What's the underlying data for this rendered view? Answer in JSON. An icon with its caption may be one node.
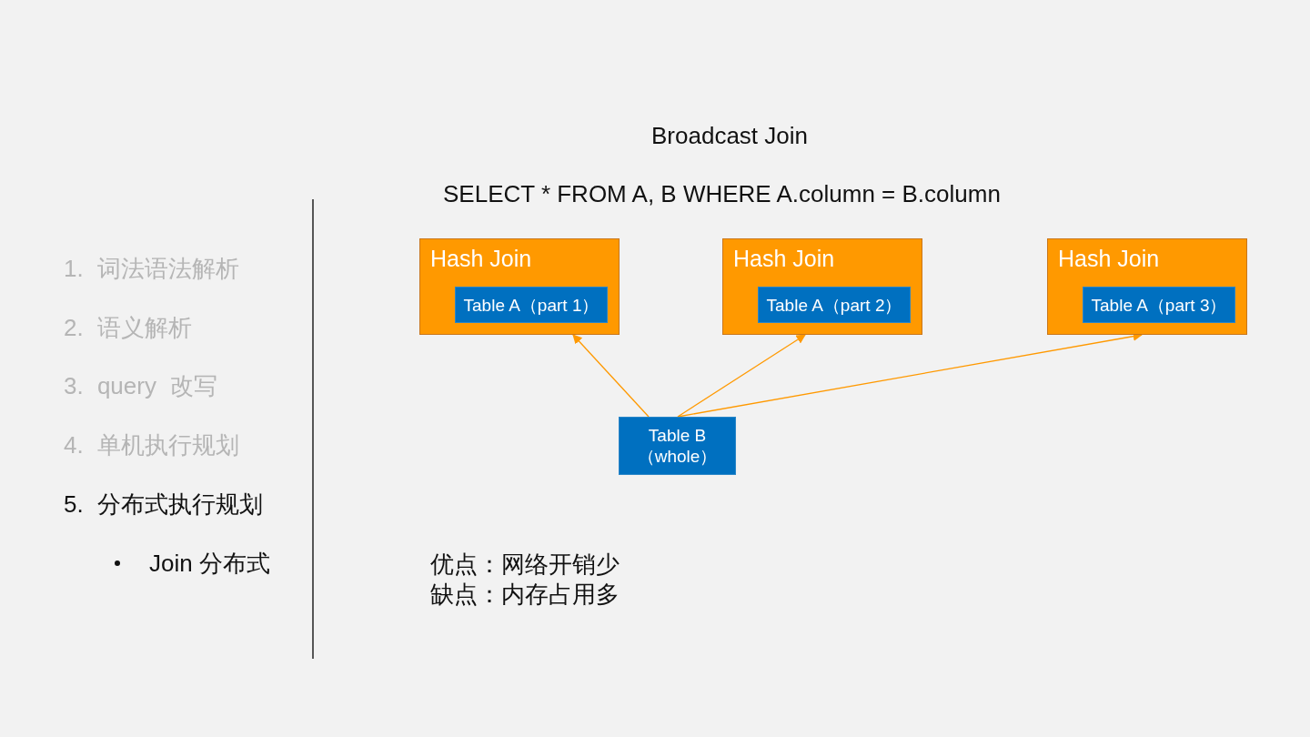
{
  "diagram": {
    "title": "Broadcast Join",
    "nodes": [
      {
        "text": [
          "Hash Join"
        ]
      },
      {
        "text": [
          "Table A（part 1）"
        ],
        "in": 0
      },
      {
        "text": [
          "Hash Join"
        ]
      },
      {
        "text": [
          "Table A（part 2）"
        ],
        "in": 2
      },
      {
        "text": [
          "Hash Join"
        ]
      },
      {
        "text": [
          "Table A（part 3）"
        ],
        "in": 4
      },
      {
        "text": [
          "Table B （whole）"
        ]
      }
    ],
    "edges": [
      {
        "from": 6,
        "to": 0,
        "arrow": "to"
      },
      {
        "from": 6,
        "to": 2,
        "arrow": "to"
      },
      {
        "from": 6,
        "to": 4,
        "arrow": "to"
      }
    ],
    "labels": [
      "1. 词法语法解析",
      "2. 语义解析",
      "3. query 改写",
      "4. 单机执行规划",
      "5. 分布式执行规划",
      "Join 分布式",
      "SELECT * FROM A, B WHERE A.column = B.column",
      "优点：网络开销少",
      "缺点：内存占用多"
    ]
  }
}
